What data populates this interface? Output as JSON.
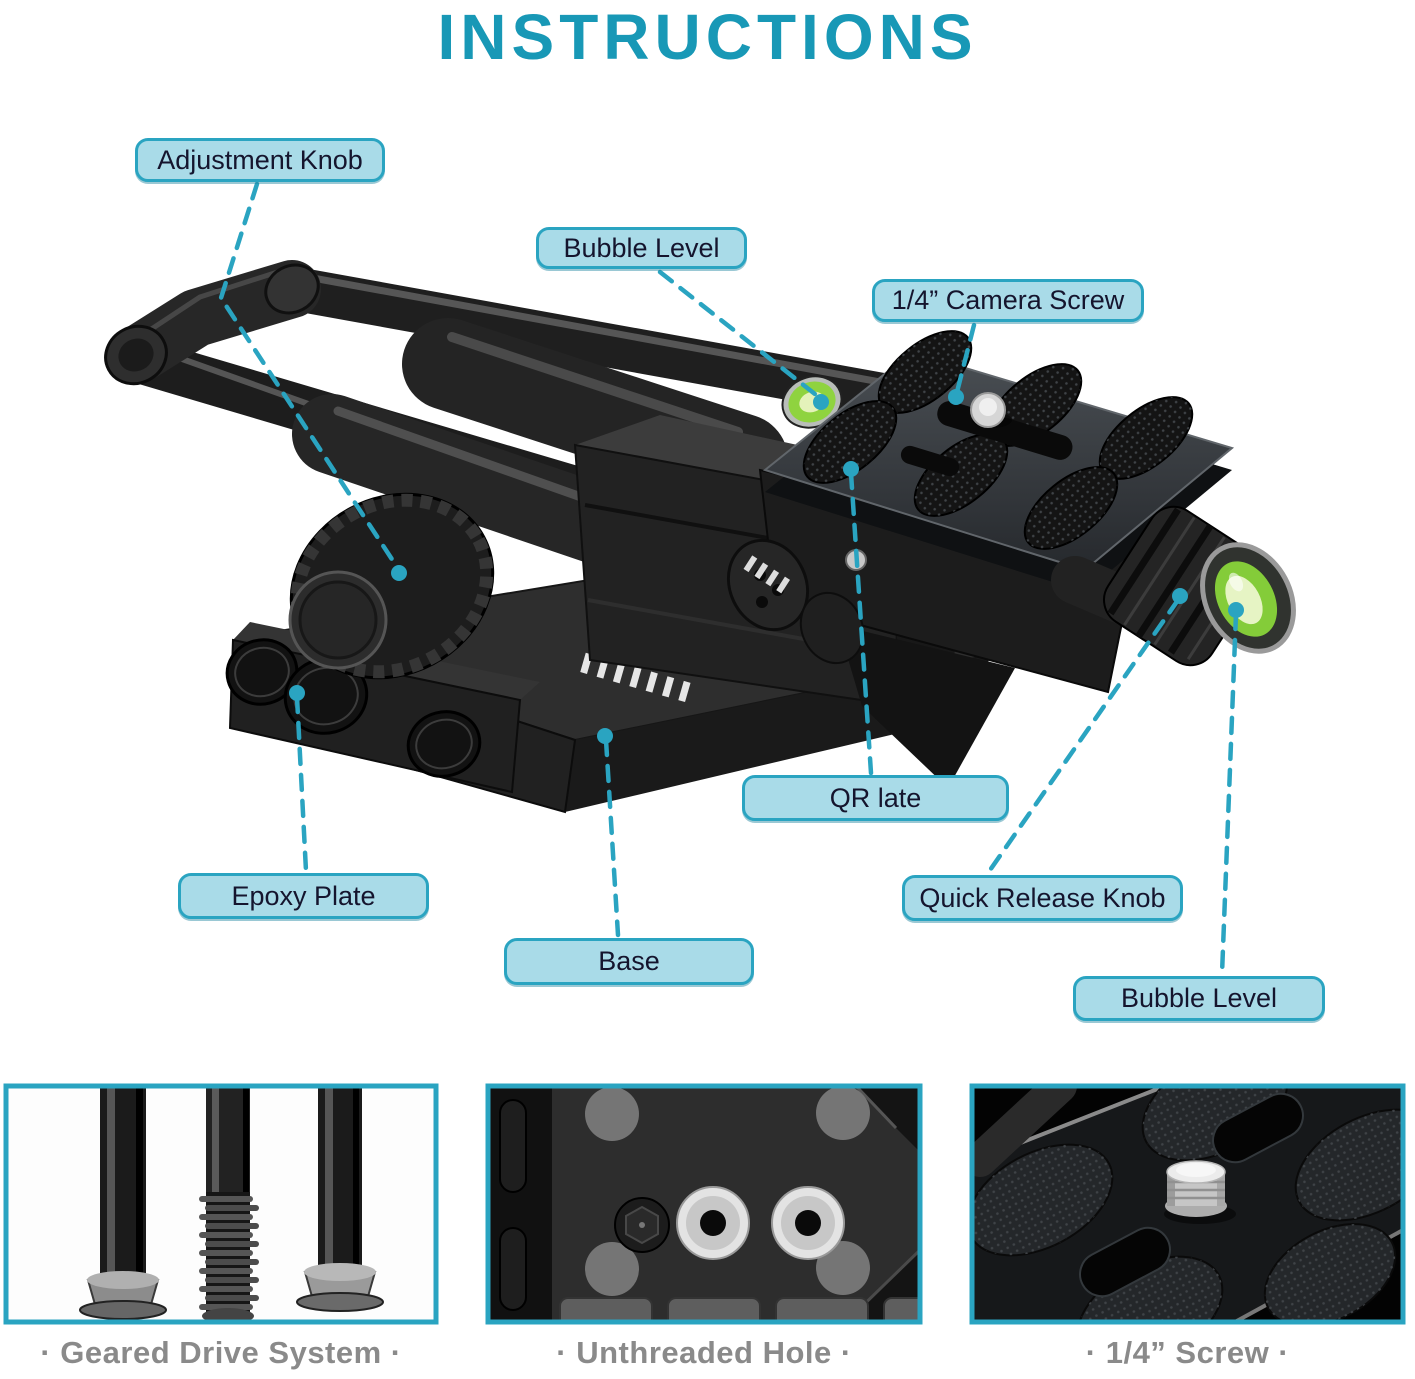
{
  "title": "INSTRUCTIONS",
  "colors": {
    "accent_teal": "#1898B6",
    "label_fill": "#A9DBE8",
    "label_border": "#2AA4C1",
    "callout_line": "#2AA4C1",
    "caption_gray": "#8A8A8A",
    "bubble_green": "#8FD33F",
    "product_black": "#1C1C1C"
  },
  "callouts": [
    {
      "id": "adjustment-knob",
      "text": "Adjustment Knob"
    },
    {
      "id": "bubble-level-top",
      "text": "Bubble Level"
    },
    {
      "id": "camera-screw",
      "text": "1/4” Camera Screw"
    },
    {
      "id": "qr-plate",
      "text": "QR late"
    },
    {
      "id": "epoxy-plate",
      "text": "Epoxy Plate"
    },
    {
      "id": "base",
      "text": "Base"
    },
    {
      "id": "quick-release-knob",
      "text": "Quick Release Knob"
    },
    {
      "id": "bubble-level-bottom",
      "text": "Bubble Level"
    }
  ],
  "insets": [
    {
      "caption": "·  Geared Drive System  ·"
    },
    {
      "caption": "·  Unthreaded Hole  ·"
    },
    {
      "caption": "·  1/4” Screw  ·"
    }
  ]
}
